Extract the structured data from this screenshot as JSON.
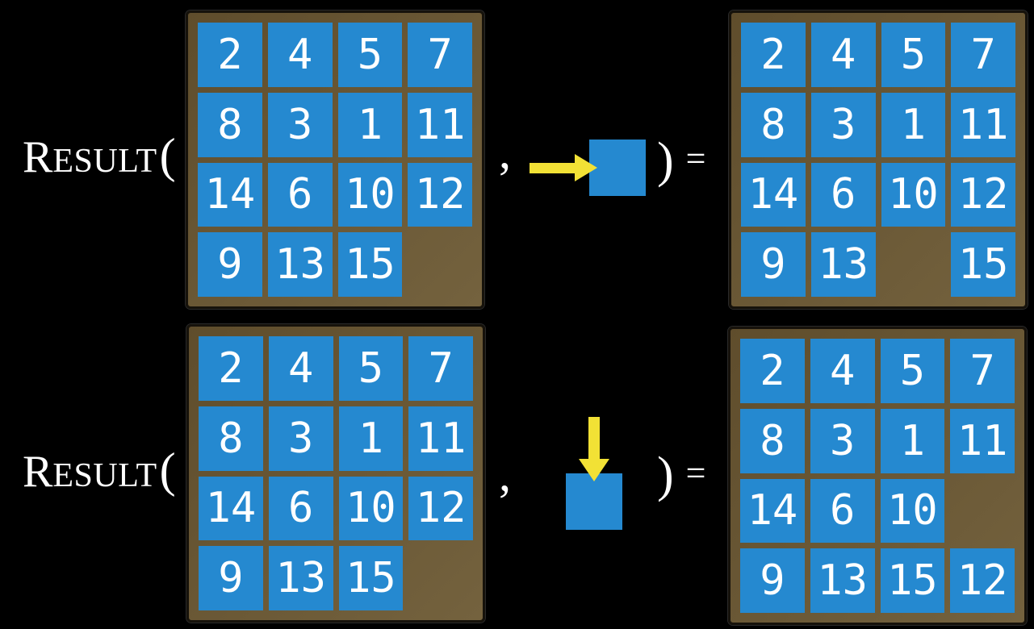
{
  "labels": {
    "function_r": "R",
    "function_rest": "ESULT",
    "open_paren": "(",
    "comma": ",",
    "close_paren": ")",
    "equals": "="
  },
  "colors": {
    "background": "#000000",
    "tile": "#2589d0",
    "frame_dark": "#5f4d2c",
    "frame_light": "#74623e",
    "frame_border": "#16120b",
    "arrow": "#f2e135",
    "text": "#ffffff"
  },
  "equations": [
    {
      "id": "move-right",
      "action": {
        "direction": "right",
        "icon": "arrow-right-icon",
        "object": "blank-tile-square"
      },
      "initial_state": [
        [
          "2",
          "4",
          "5",
          "7"
        ],
        [
          "8",
          "3",
          "1",
          "11"
        ],
        [
          "14",
          "6",
          "10",
          "12"
        ],
        [
          "9",
          "13",
          "15",
          ""
        ]
      ],
      "result_state": [
        [
          "2",
          "4",
          "5",
          "7"
        ],
        [
          "8",
          "3",
          "1",
          "11"
        ],
        [
          "14",
          "6",
          "10",
          "12"
        ],
        [
          "9",
          "13",
          "",
          "15"
        ]
      ]
    },
    {
      "id": "move-down",
      "action": {
        "direction": "down",
        "icon": "arrow-down-icon",
        "object": "blank-tile-square"
      },
      "initial_state": [
        [
          "2",
          "4",
          "5",
          "7"
        ],
        [
          "8",
          "3",
          "1",
          "11"
        ],
        [
          "14",
          "6",
          "10",
          "12"
        ],
        [
          "9",
          "13",
          "15",
          ""
        ]
      ],
      "result_state": [
        [
          "2",
          "4",
          "5",
          "7"
        ],
        [
          "8",
          "3",
          "1",
          "11"
        ],
        [
          "14",
          "6",
          "10",
          ""
        ],
        [
          "9",
          "13",
          "15",
          "12"
        ]
      ]
    }
  ]
}
